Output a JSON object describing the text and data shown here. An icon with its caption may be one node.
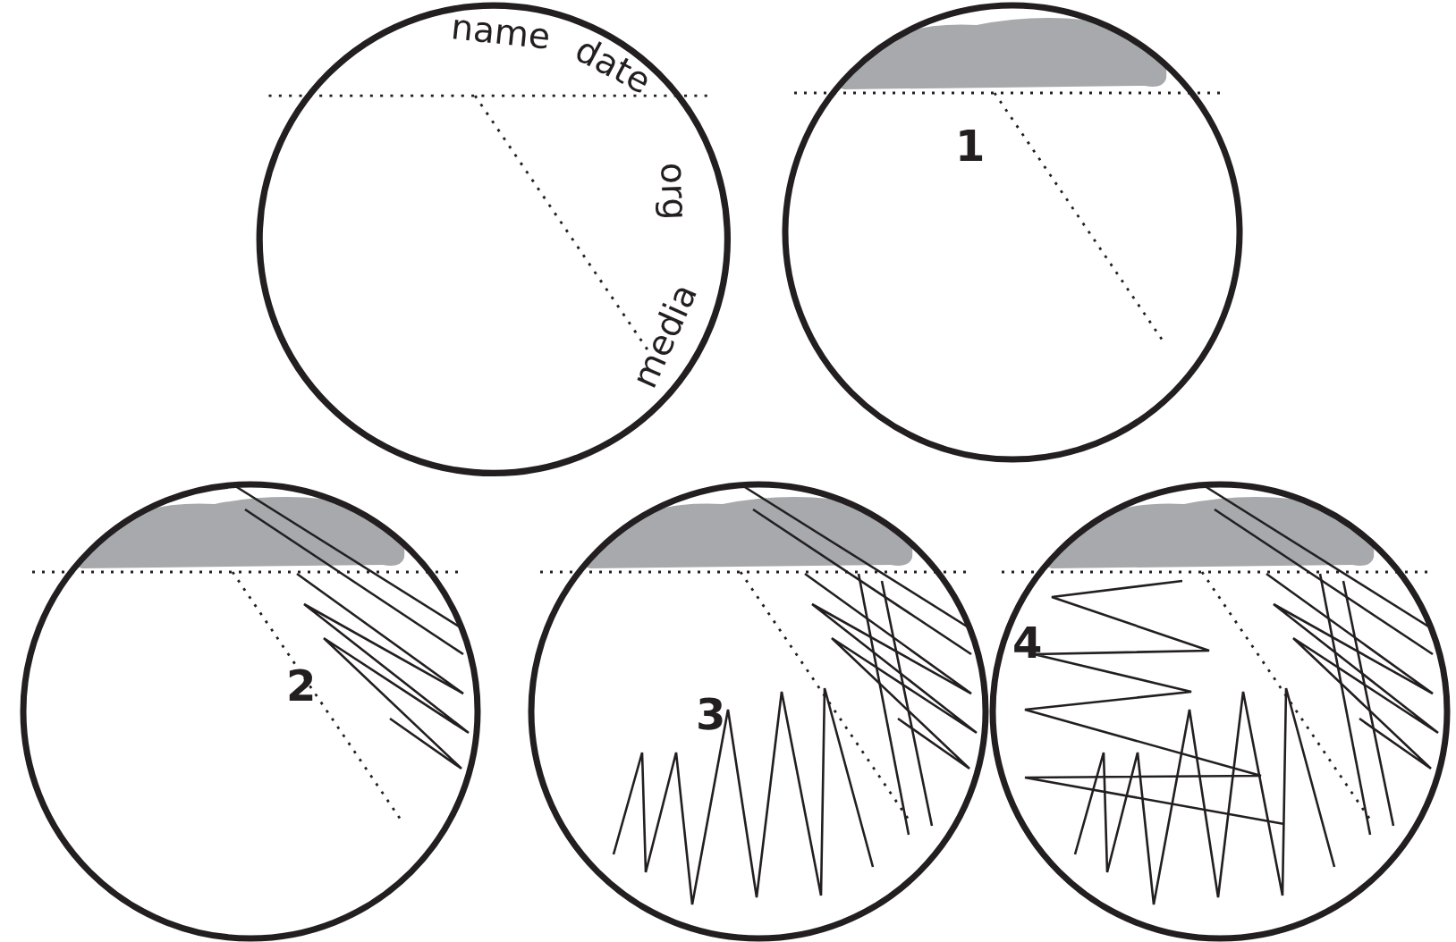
{
  "diagram": {
    "nodes": [
      {
        "text": [
          "name",
          "date",
          "org",
          "media"
        ]
      },
      {
        "text": [
          "1"
        ]
      },
      {
        "text": [
          "2"
        ]
      },
      {
        "text": [
          "3"
        ]
      },
      {
        "text": [
          "4"
        ]
      }
    ]
  }
}
